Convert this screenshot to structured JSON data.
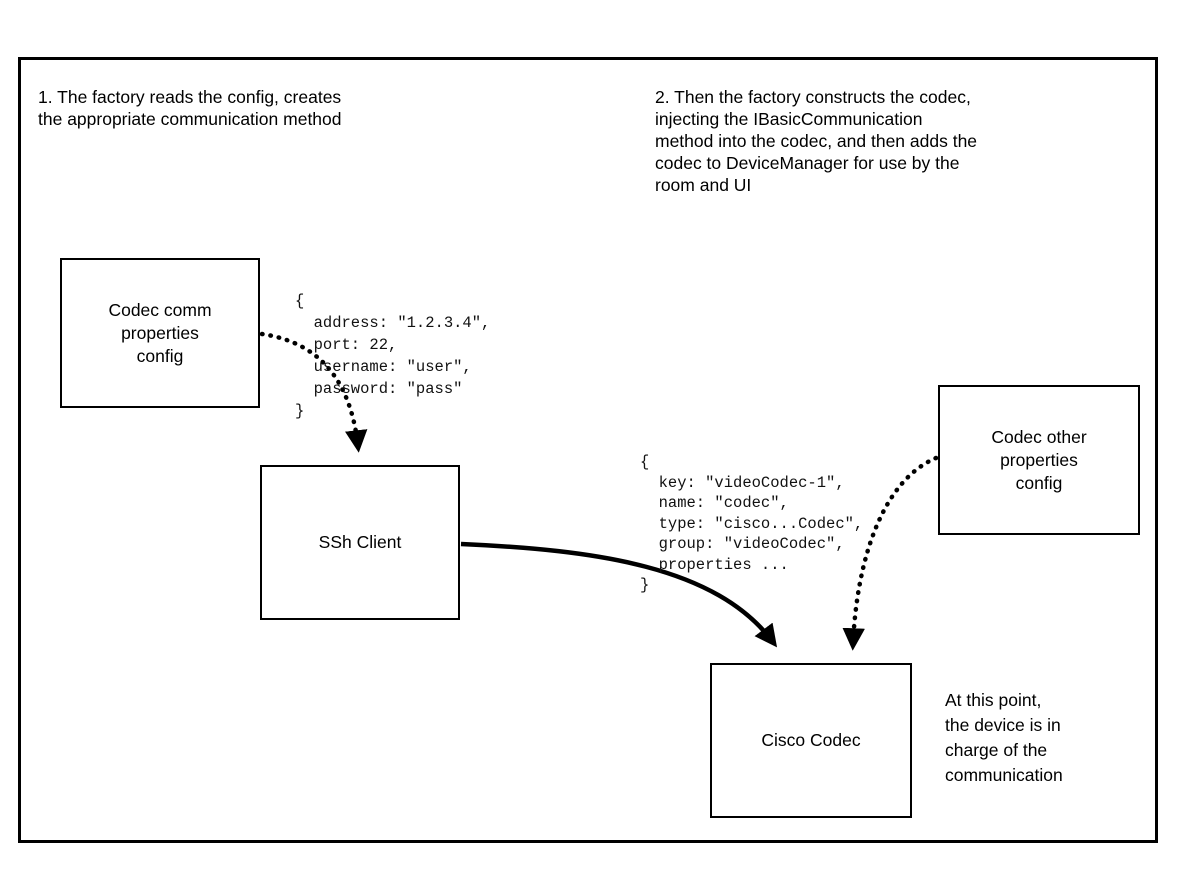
{
  "colors": {
    "ink": "#000000",
    "background": "#ffffff"
  },
  "notes": {
    "step1": "1. The factory reads the config, creates\nthe appropriate communication method",
    "step2": "2. Then the factory constructs the codec,\ninjecting the IBasicCommunication\nmethod into the codec, and then adds the\ncodec to DeviceManager for use by the\nroom and UI",
    "endpoint": "At this point,\nthe device is in\ncharge of the\ncommunication"
  },
  "boxes": {
    "codec_comm_config": "Codec comm\nproperties\nconfig",
    "ssh_client": "SSh Client",
    "codec_other_config": "Codec other\nproperties\nconfig",
    "cisco_codec": "Cisco Codec"
  },
  "code": {
    "comm_properties": "{\n  address: \"1.2.3.4\",\n  port: 22,\n  username: \"user\",\n  password: \"pass\"\n}",
    "codec_properties": "{\n  key: \"videoCodec-1\",\n  name: \"codec\",\n  type: \"cisco...Codec\",\n  group: \"videoCodec\",\n  properties ...\n}"
  }
}
